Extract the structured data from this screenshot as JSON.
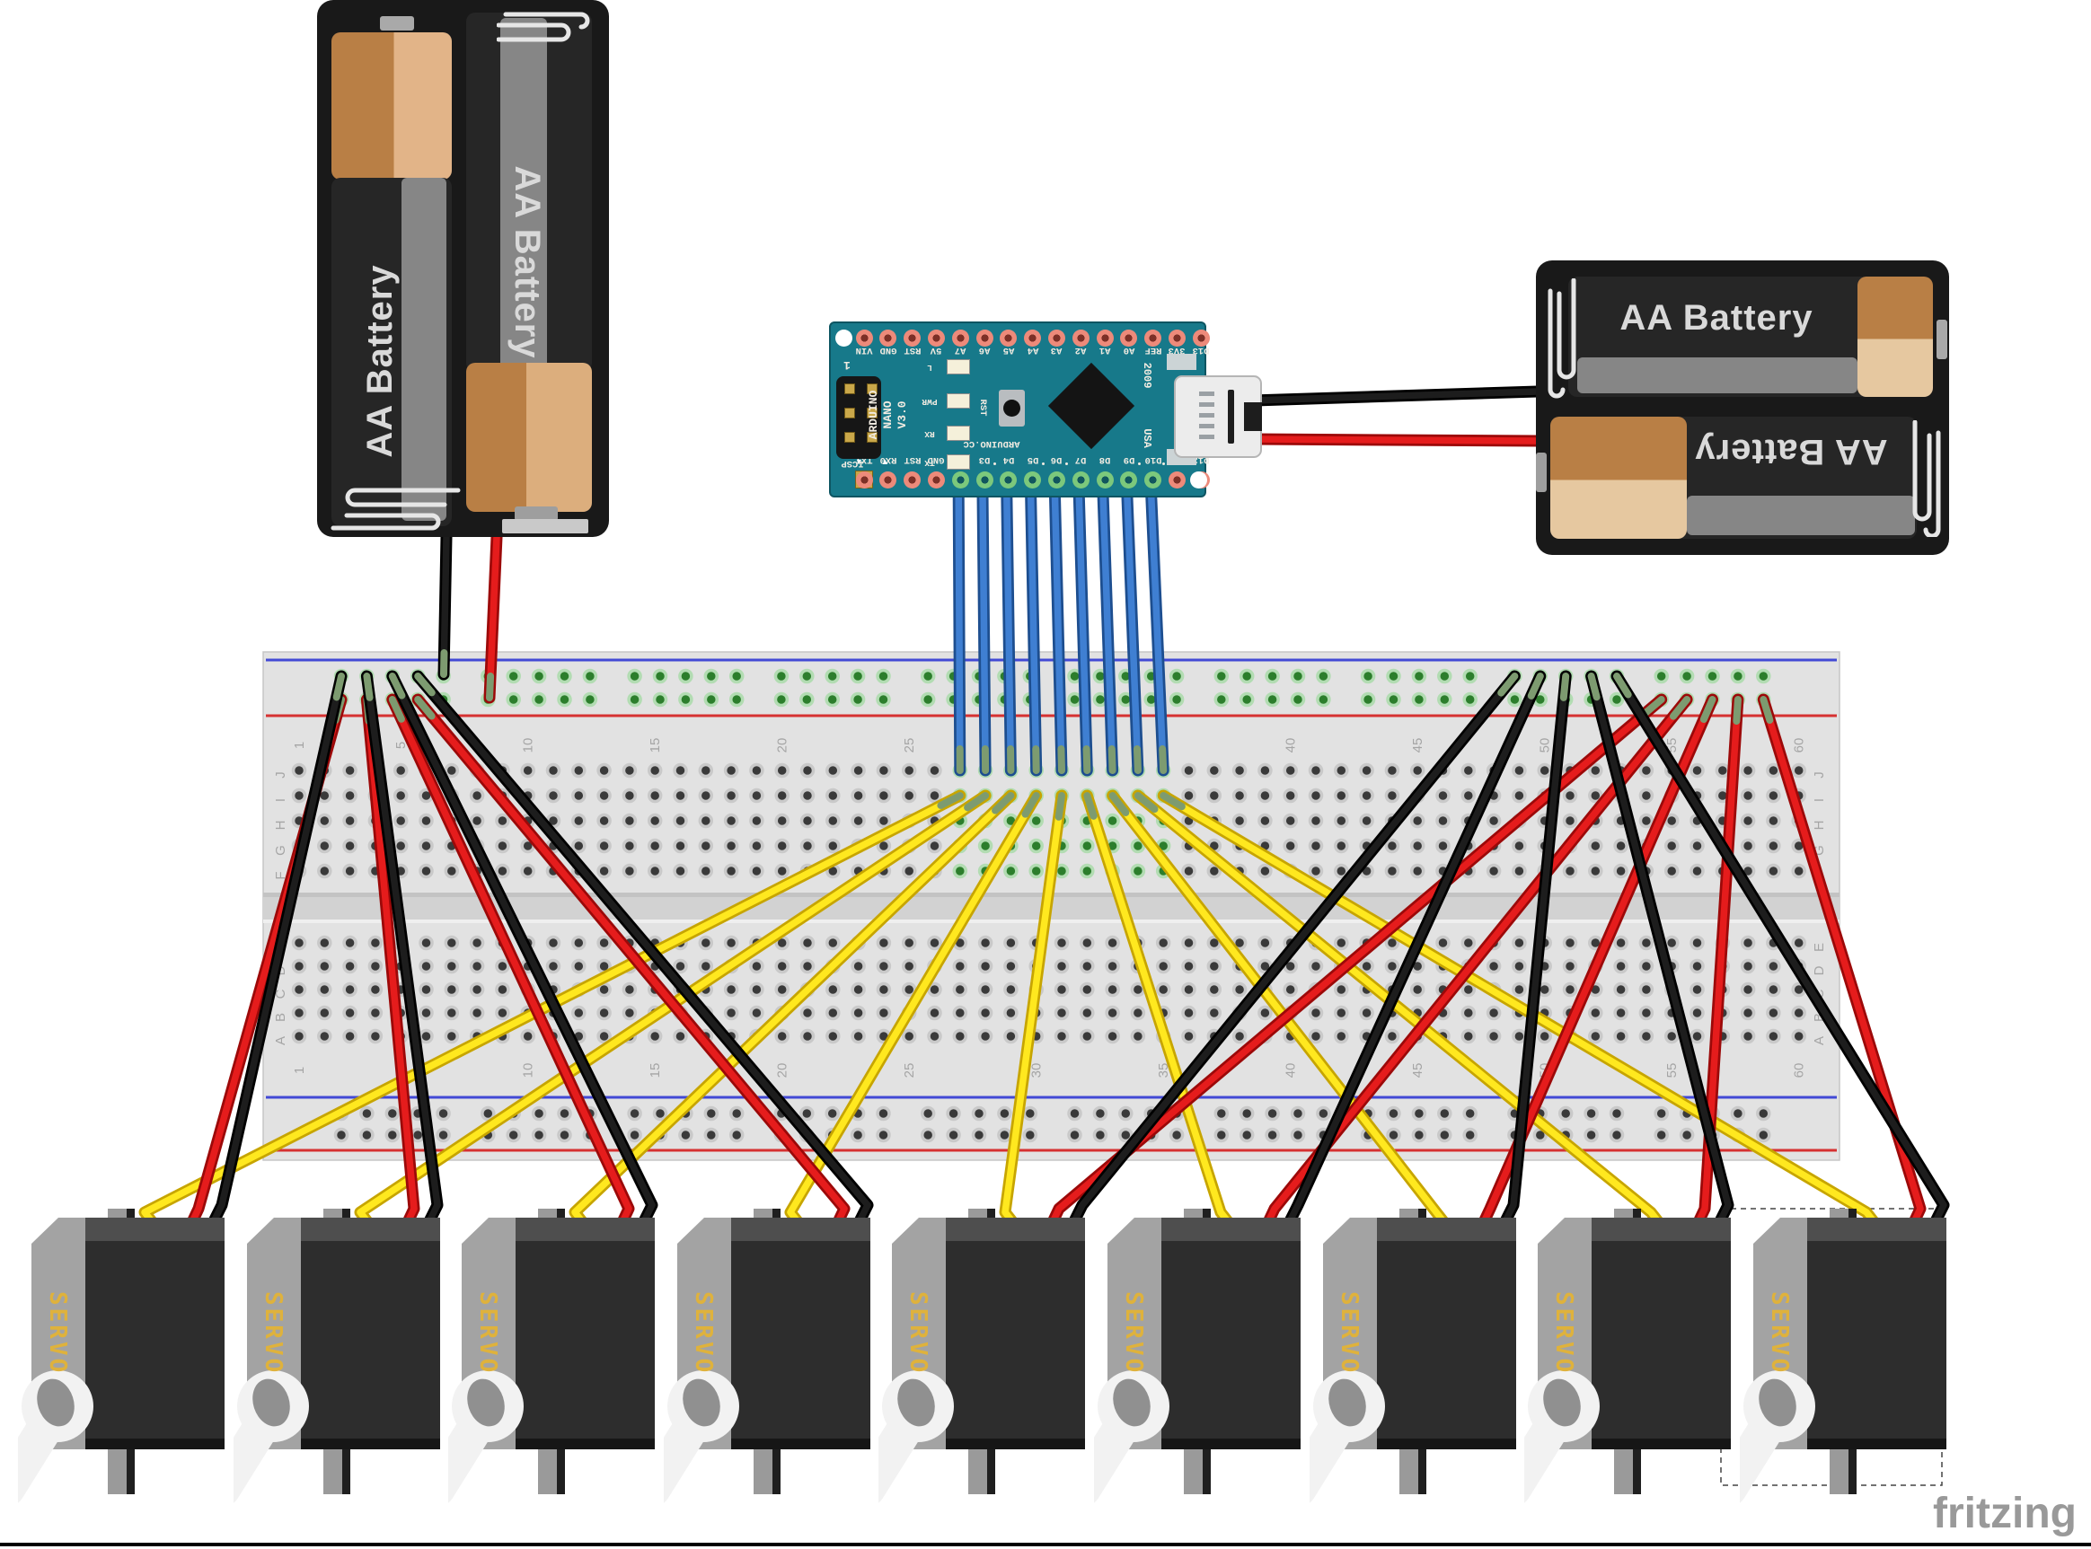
{
  "canvas": {
    "bg": "#ffffff"
  },
  "watermark": "fritzing",
  "batteries": {
    "left_pack": {
      "cell_left_label": "AA Battery",
      "cell_right_label": "AA Battery"
    },
    "right_pack": {
      "cell_top_label": "AA Battery",
      "cell_bottom_label": "AA Battery"
    }
  },
  "arduino": {
    "top_pins": [
      "VIN",
      "GND",
      "RST",
      "5V",
      "A7",
      "A6",
      "A5",
      "A4",
      "A3",
      "A2",
      "A1",
      "A0",
      "REF",
      "3V3",
      "D13"
    ],
    "bottom_pins": [
      "TX1",
      "RX0",
      "RST",
      "GND",
      "D2",
      "D3",
      "D4",
      "D5",
      "D6",
      "D7",
      "D8",
      "D9",
      "D10",
      "D11",
      "D12"
    ],
    "pwm_dot_pins": [
      "D3",
      "D5",
      "D6",
      "D9",
      "D10",
      "D11"
    ],
    "connected_pins": [
      "D2",
      "D3",
      "D4",
      "D5",
      "D6",
      "D7",
      "D8",
      "D9",
      "D10"
    ],
    "leds": [
      "L",
      "PWR",
      "RX",
      "TX"
    ],
    "silk": {
      "line1": "ARDUINO",
      "line2": "NANO",
      "line3": "V3.0",
      "cc": "ARDUINO.CC",
      "icsp": "ICSP",
      "one": "1",
      "rst": "RST",
      "year": "2009",
      "country": "USA"
    },
    "colors": {
      "pcb": "#17798a",
      "pin": "#ed8a7a",
      "pin_green": "#7cc87c",
      "gold": "#c8a648"
    }
  },
  "breadboard": {
    "row_letters_top": [
      "J",
      "I",
      "H",
      "G",
      "F"
    ],
    "row_letters_bottom": [
      "E",
      "D",
      "C",
      "B",
      "A"
    ],
    "column_numbers": [
      "1",
      "5",
      "10",
      "15",
      "20",
      "25",
      "30",
      "35",
      "40",
      "45",
      "50",
      "55",
      "60"
    ],
    "colors": {
      "body": "#e2e2e2",
      "rail_blue_line": "#4249d5",
      "rail_red_line": "#d63131",
      "hole": "#3a3a3a",
      "hole_ring": "#c9c9c9",
      "green_hole": "#2c7e2c",
      "green_ring": "#b2dcb2",
      "label": "#a5a5a5"
    }
  },
  "servos": [
    {
      "label": "SERVO",
      "selected": false
    },
    {
      "label": "SERVO",
      "selected": false
    },
    {
      "label": "SERVO",
      "selected": false
    },
    {
      "label": "SERVO",
      "selected": false
    },
    {
      "label": "SERVO",
      "selected": false
    },
    {
      "label": "SERVO",
      "selected": false
    },
    {
      "label": "SERVO",
      "selected": false
    },
    {
      "label": "SERVO",
      "selected": false
    },
    {
      "label": "SERVO",
      "selected": true
    }
  ],
  "wires": {
    "colors": {
      "blue": "#3f7fd2",
      "blue_dark": "#1d4e8f",
      "yellow": "#ffe81f",
      "yellow_dark": "#c7a500",
      "red": "#e51c1c",
      "red_dark": "#9c0909",
      "black": "#1d1d1d",
      "black_dark": "#000000",
      "stub": "#7d9b70"
    },
    "arduino_signal_pins": [
      "D2",
      "D3",
      "D4",
      "D5",
      "D6",
      "D7",
      "D8",
      "D9",
      "D10"
    ],
    "servo_wire_colors": [
      "yellow",
      "red",
      "black"
    ],
    "battery_left_wires": [
      "black",
      "red"
    ],
    "usb_wires": [
      "black",
      "red"
    ]
  }
}
